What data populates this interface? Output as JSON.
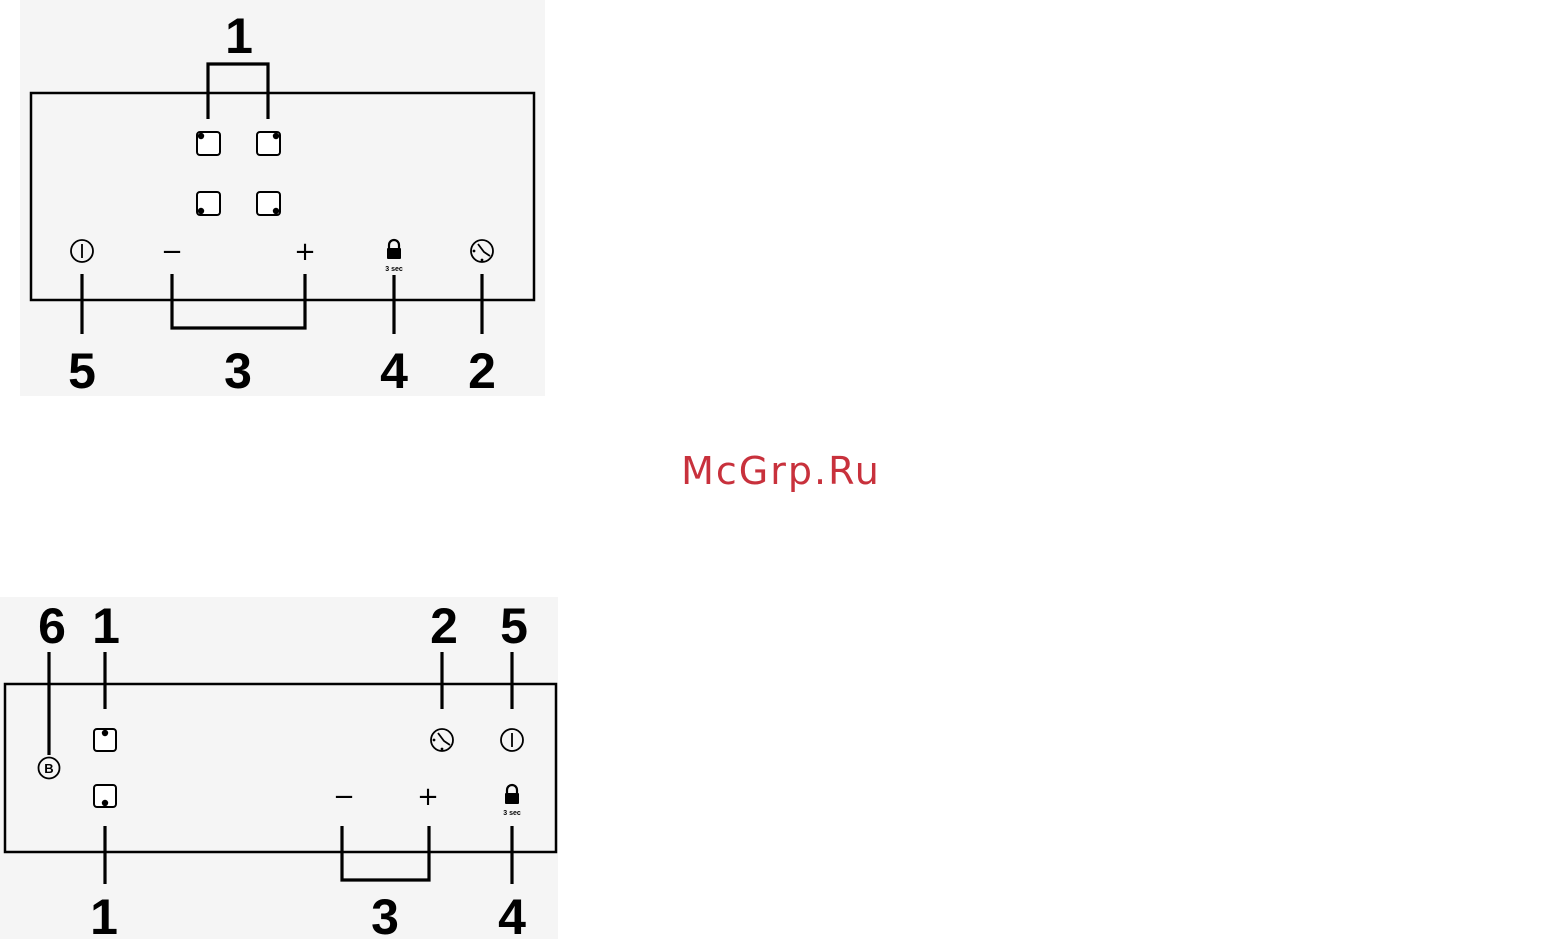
{
  "watermark": "McGrp.Ru",
  "diagram_top": {
    "callouts": {
      "zones": "1",
      "timer": "2",
      "power_level": "3",
      "lock": "4",
      "main_switch": "5"
    },
    "minus": "−",
    "plus": "+",
    "lock_caption": "3 sec"
  },
  "diagram_bottom": {
    "callouts": {
      "booster": "6",
      "zones_top": "1",
      "zones_bottom": "1",
      "timer": "2",
      "main_switch": "5",
      "power_level": "3",
      "lock": "4"
    },
    "minus": "−",
    "plus": "+",
    "lock_caption": "3 sec",
    "booster_letter": "B"
  }
}
